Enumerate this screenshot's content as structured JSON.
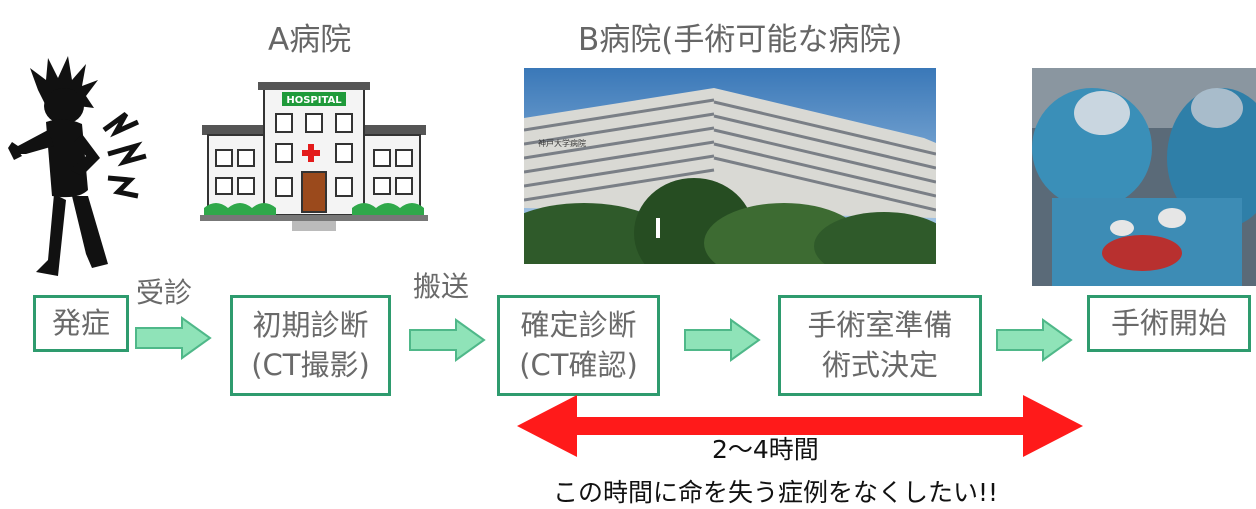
{
  "header": {
    "hospital_a": "A病院",
    "hospital_b": "B病院(手術可能な病院)"
  },
  "hospital_sign": "HOSPITAL",
  "building_sign": "神戸大学病院",
  "steps": [
    {
      "line1": "発症",
      "line2": ""
    },
    {
      "line1": "初期診断",
      "line2": "(CT撮影)"
    },
    {
      "line1": "確定診断",
      "line2": "(CT確認)"
    },
    {
      "line1": "手術室準備",
      "line2": "術式決定"
    },
    {
      "line1": "手術開始",
      "line2": ""
    }
  ],
  "arrow_labels": {
    "consult": "受診",
    "transport": "搬送"
  },
  "duration": "2～4時間",
  "message": "この時間に命を失う症例をなくしたい!!",
  "colors": {
    "box_border": "#2e9b6e",
    "arrow_fill": "#8fe3b8",
    "duration_arrow": "#ff1a1a"
  },
  "icons": [
    "pain-figure-icon",
    "hospital-building-icon",
    "hospital-photo",
    "surgery-photo"
  ]
}
